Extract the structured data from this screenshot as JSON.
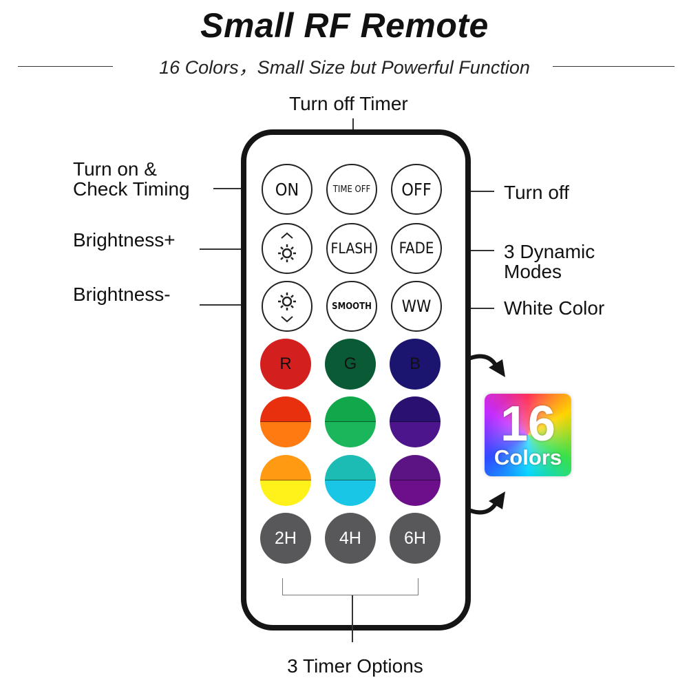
{
  "header": {
    "title": "Small RF Remote",
    "subtitle": "16 Colors，Small Size but Powerful Function"
  },
  "callouts": {
    "turn_off_timer": "Turn off Timer",
    "turn_on_line1": "Turn on &",
    "turn_on_line2": "Check Timing",
    "turn_off": "Turn off",
    "brightness_plus": "Brightness+",
    "dynamic_line1": "3 Dynamic",
    "dynamic_line2": "Modes",
    "brightness_minus": "Brightness-",
    "white_color": "White Color",
    "timer_options": "3 Timer Options"
  },
  "remote": {
    "buttons": {
      "on": "ON",
      "time_off": "TIME OFF",
      "off": "OFF",
      "brightness_up_icon": "sun-up-icon",
      "flash": "FLASH",
      "fade": "FADE",
      "brightness_down_icon": "sun-down-icon",
      "smooth": "SMOOTH",
      "ww": "WW",
      "r": "R",
      "g": "G",
      "b": "B",
      "timer_2h": "2H",
      "timer_4h": "4H",
      "timer_6h": "6H"
    },
    "colors": {
      "red": "#d41f1f",
      "green": "#0a5a36",
      "blue": "#1c1570",
      "row5": [
        [
          "#e8300e",
          "#ff7a10"
        ],
        [
          "#10a84a",
          "#1bb55b"
        ],
        [
          "#2a1070",
          "#4c158c"
        ]
      ],
      "row6": [
        [
          "#ff9a12",
          "#fff21a"
        ],
        [
          "#1cbcb4",
          "#1ac6e6"
        ],
        [
          "#5c1485",
          "#6d0f8a"
        ]
      ],
      "timer": "#58585a"
    }
  },
  "badge": {
    "number": "16",
    "word": "Colors"
  }
}
